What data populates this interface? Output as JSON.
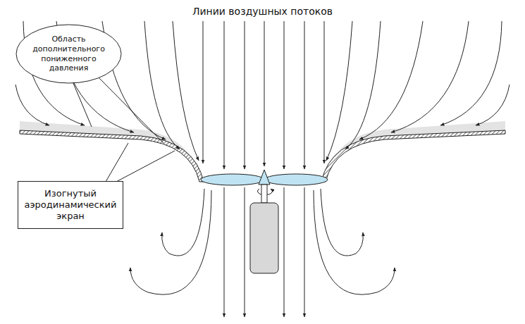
{
  "diagram": {
    "title": "Линии воздушных потоков",
    "nodes": [
      {
        "text": [
          "Область дополнительного пониженного давления"
        ]
      },
      {
        "text": [
          "Изогнутый аэродинамический экран"
        ]
      }
    ]
  }
}
